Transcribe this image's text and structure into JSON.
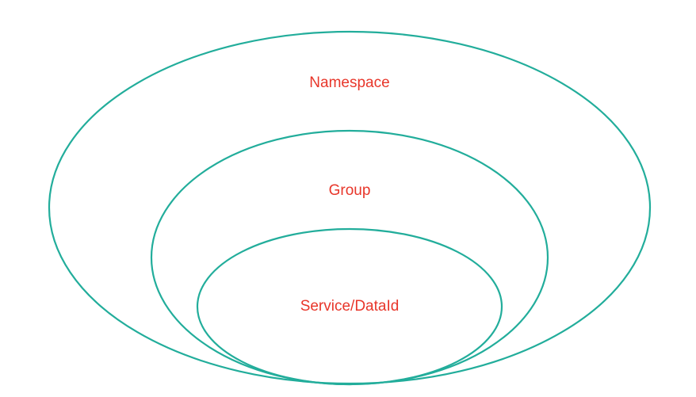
{
  "colors": {
    "ring_stroke": "#22ad9b",
    "label_text": "#e8362a",
    "background": "#ffffff"
  },
  "diagram": {
    "outer": {
      "label": "Namespace"
    },
    "middle": {
      "label": "Group"
    },
    "inner": {
      "label": "Service/DataId"
    }
  }
}
